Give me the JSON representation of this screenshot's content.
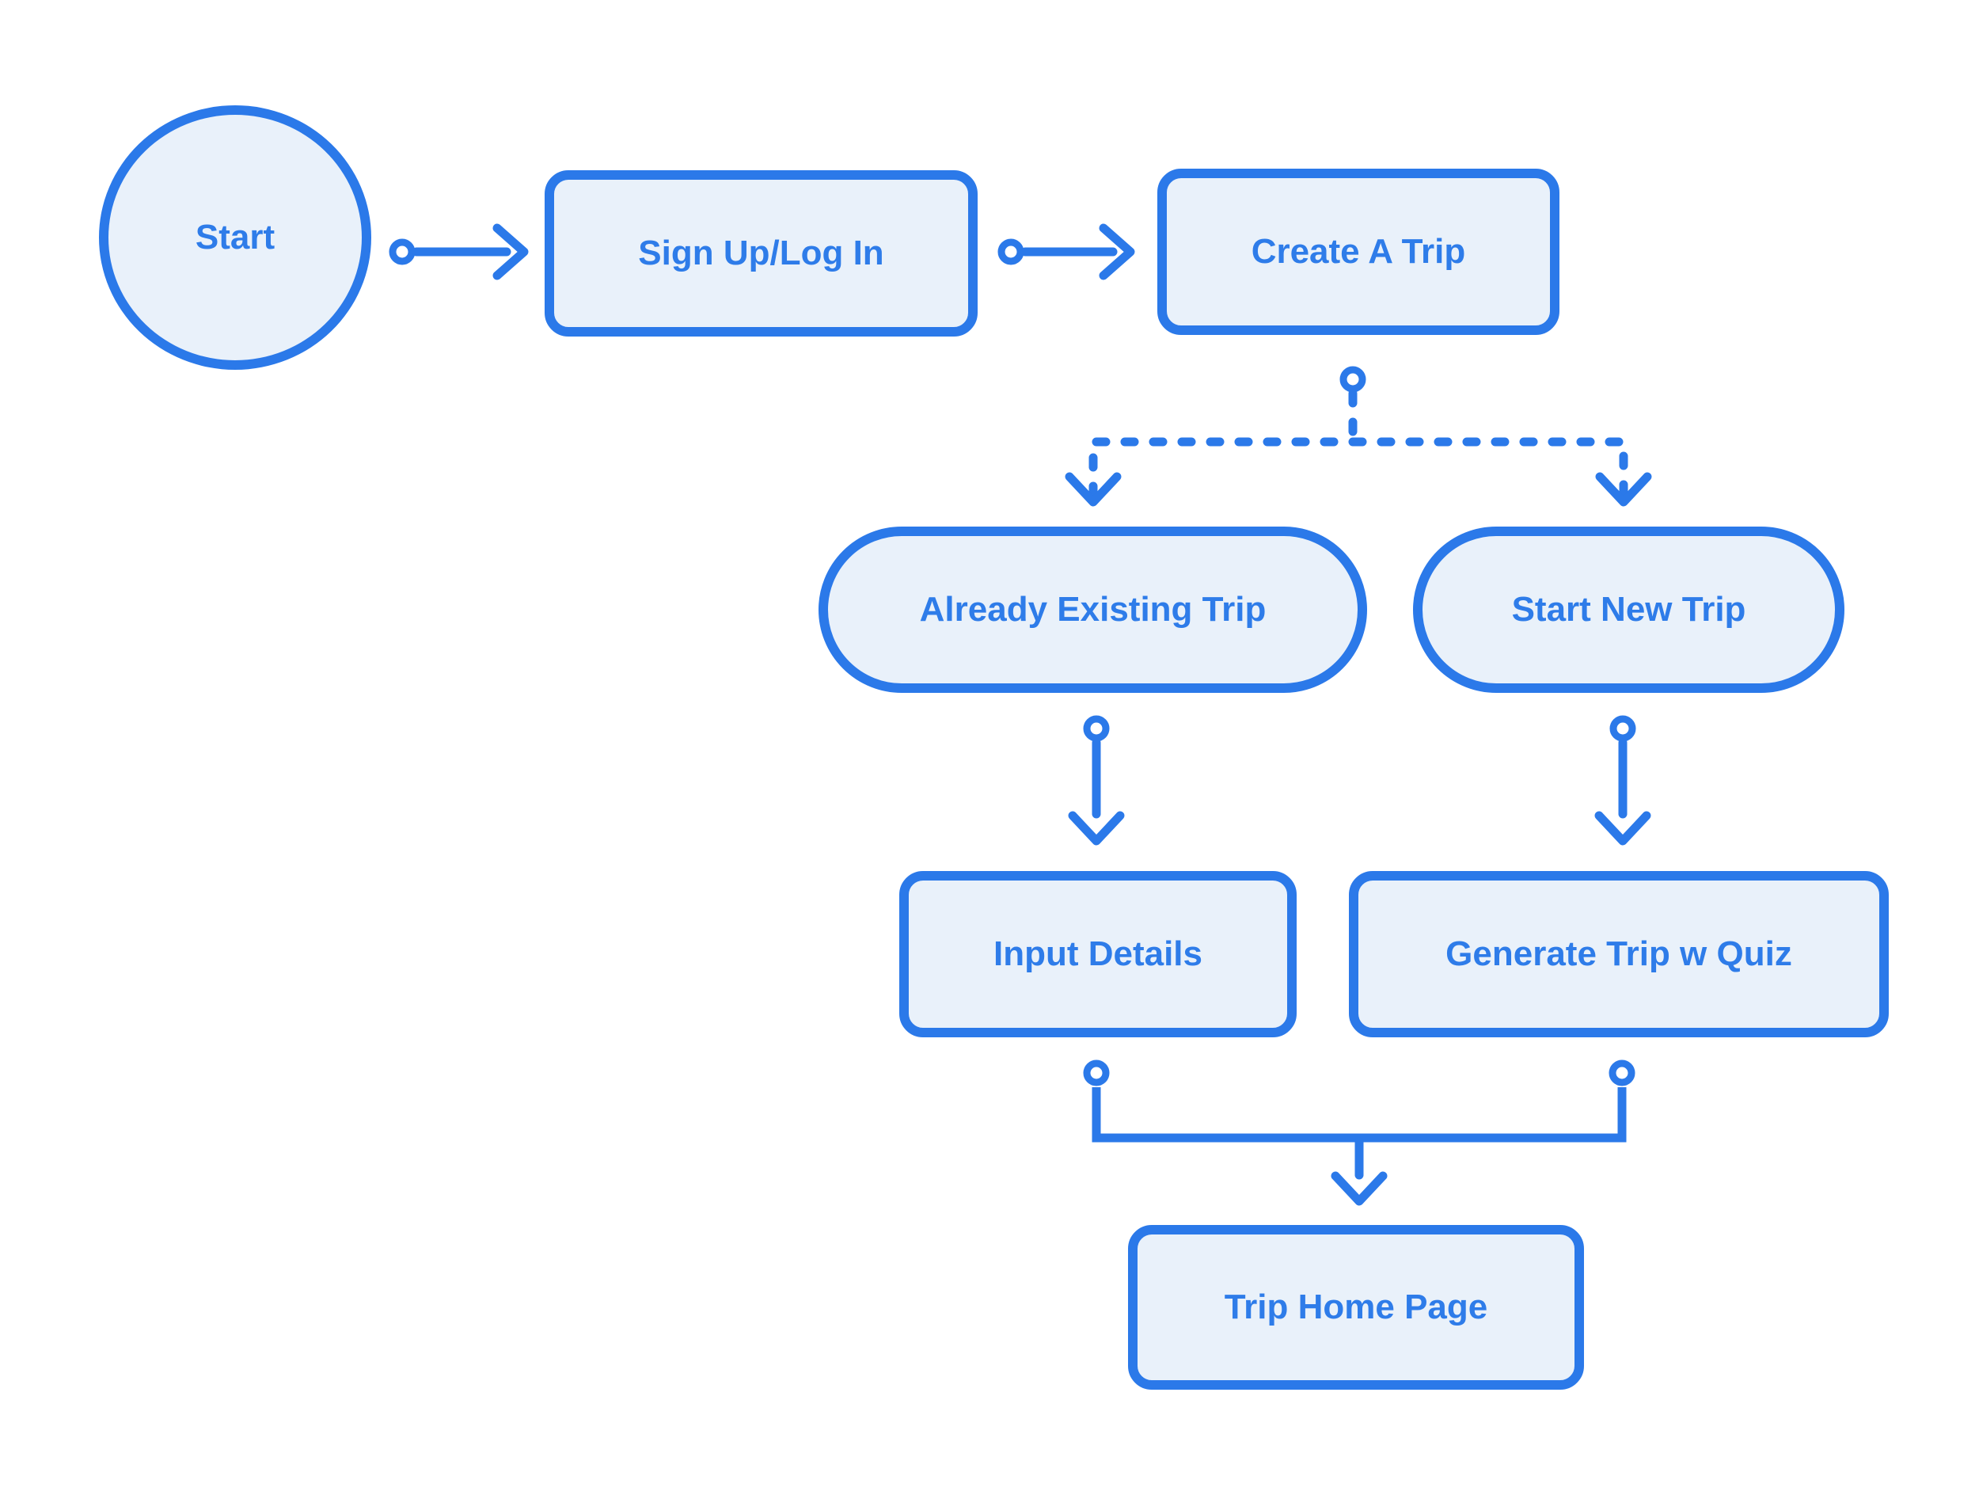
{
  "diagram": {
    "type": "flowchart",
    "nodes": {
      "start": {
        "label": "Start",
        "shape": "circle"
      },
      "signup": {
        "label": "Sign Up/Log In",
        "shape": "rounded-rect"
      },
      "create": {
        "label": "Create A Trip",
        "shape": "rounded-rect"
      },
      "existing": {
        "label": "Already Existing Trip",
        "shape": "pill"
      },
      "new_trip": {
        "label": "Start New Trip",
        "shape": "pill"
      },
      "input": {
        "label": "Input Details",
        "shape": "rounded-rect"
      },
      "generate": {
        "label": "Generate Trip w Quiz",
        "shape": "rounded-rect"
      },
      "home": {
        "label": "Trip Home Page",
        "shape": "rounded-rect"
      }
    },
    "edges": [
      {
        "from": "start",
        "to": "signup",
        "style": "solid-arrow-with-origin-dot"
      },
      {
        "from": "signup",
        "to": "create",
        "style": "solid-arrow-with-origin-dot"
      },
      {
        "from": "create",
        "to": "existing",
        "style": "dashed-arrow-branch"
      },
      {
        "from": "create",
        "to": "new_trip",
        "style": "dashed-arrow-branch"
      },
      {
        "from": "existing",
        "to": "input",
        "style": "solid-arrow-with-origin-dot"
      },
      {
        "from": "new_trip",
        "to": "generate",
        "style": "solid-arrow-with-origin-dot"
      },
      {
        "from": "input",
        "to": "home",
        "style": "solid-arrow-merge"
      },
      {
        "from": "generate",
        "to": "home",
        "style": "solid-arrow-merge"
      }
    ]
  },
  "theme": {
    "accent": "#2b79e9",
    "node_fill": "#e9f1fa",
    "label_text": "#2e7ce9",
    "marker_fill": "#ffffff",
    "background": "#ffffff"
  }
}
